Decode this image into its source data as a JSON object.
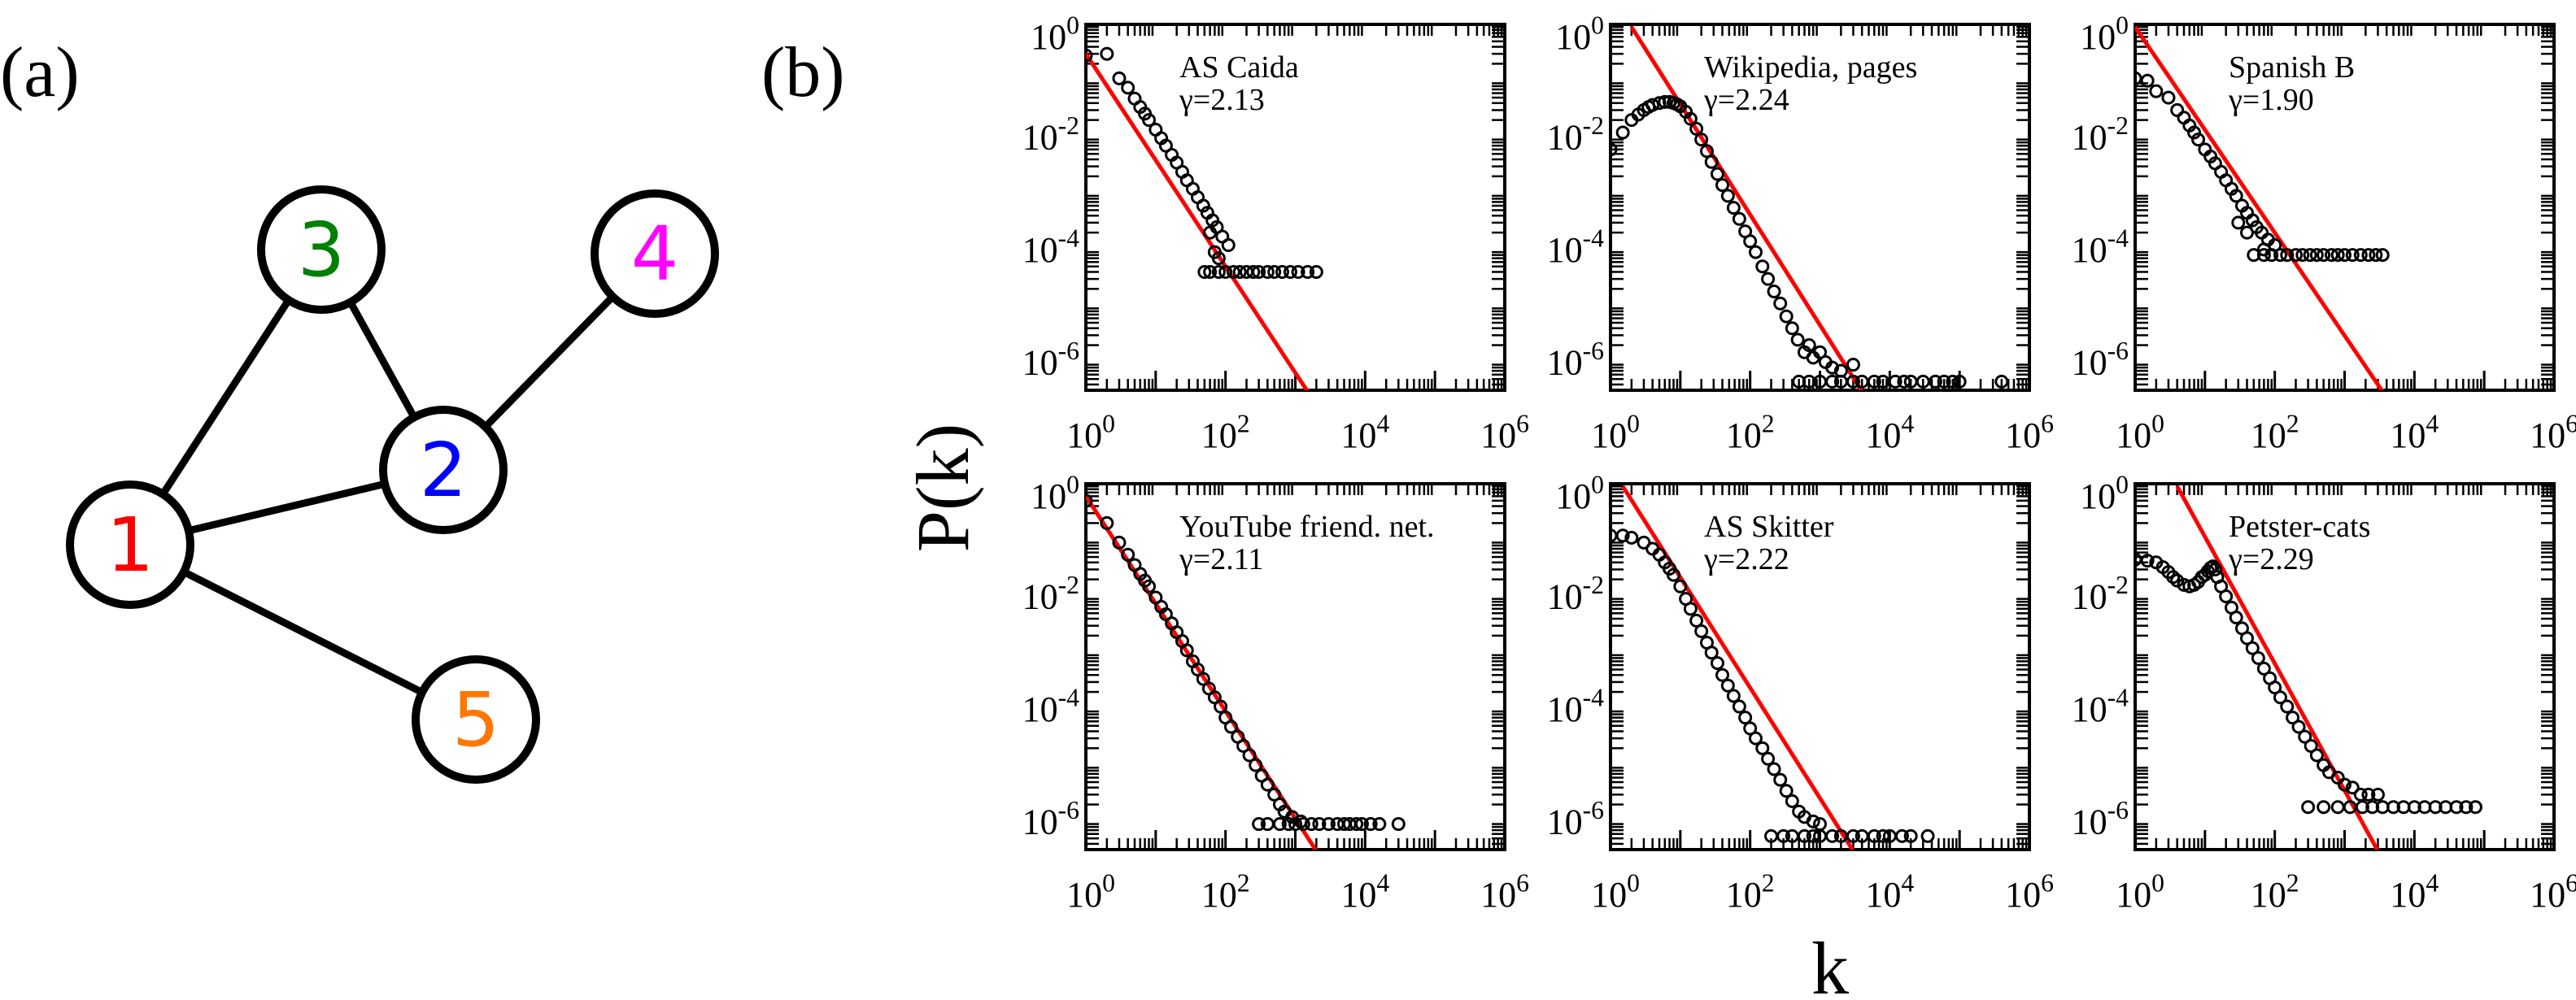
{
  "panel_labels": {
    "a": "(a)",
    "b": "(b)"
  },
  "network": {
    "nodes": [
      {
        "id": "1",
        "label": "1",
        "color": "#ff0000"
      },
      {
        "id": "2",
        "label": "2",
        "color": "#0000ff"
      },
      {
        "id": "3",
        "label": "3",
        "color": "#008000"
      },
      {
        "id": "4",
        "label": "4",
        "color": "#ff00ff"
      },
      {
        "id": "5",
        "label": "5",
        "color": "#ff7700"
      }
    ],
    "edges": [
      [
        "1",
        "3"
      ],
      [
        "3",
        "2"
      ],
      [
        "1",
        "2"
      ],
      [
        "2",
        "4"
      ],
      [
        "1",
        "5"
      ]
    ]
  },
  "axes_text": {
    "ylabel": "P(k)",
    "xlabel": "k",
    "x_ticks": [
      "10^0",
      "10^2",
      "10^4",
      "10^6"
    ],
    "y_ticks": [
      "10^0",
      "10^-2",
      "10^-4",
      "10^-6"
    ]
  },
  "colors": {
    "fit_line": "#ff0000",
    "markers": "#000000",
    "node_stroke": "#000000"
  },
  "chart_data": [
    {
      "type": "scatter",
      "scale": "log-log",
      "name": "AS Caida",
      "gamma_label": "γ=2.13",
      "gamma": 2.13,
      "xlim": [
        1,
        1000000
      ],
      "ylim": [
        3e-07,
        1
      ],
      "points": [
        [
          1,
          0.28
        ],
        [
          2,
          0.3
        ],
        [
          3,
          0.11
        ],
        [
          4,
          0.075
        ],
        [
          5,
          0.048
        ],
        [
          6,
          0.034
        ],
        [
          7,
          0.026
        ],
        [
          8,
          0.02
        ],
        [
          10,
          0.0135
        ],
        [
          12,
          0.0095
        ],
        [
          14,
          0.007
        ],
        [
          17,
          0.0048
        ],
        [
          20,
          0.0035
        ],
        [
          24,
          0.0024
        ],
        [
          28,
          0.0017
        ],
        [
          34,
          0.0012
        ],
        [
          40,
          0.00085
        ],
        [
          48,
          0.0006
        ],
        [
          55,
          0.00045
        ],
        [
          65,
          0.00033
        ],
        [
          75,
          0.00025
        ],
        [
          90,
          0.00017
        ],
        [
          110,
          0.00012
        ],
        [
          60,
          0.0002
        ],
        [
          70,
          9e-05
        ],
        [
          80,
          7e-05
        ],
        [
          50,
          4e-05
        ],
        [
          60,
          4e-05
        ],
        [
          80,
          4e-05
        ],
        [
          100,
          4e-05
        ],
        [
          130,
          4e-05
        ],
        [
          160,
          4e-05
        ],
        [
          200,
          4e-05
        ],
        [
          250,
          4e-05
        ],
        [
          300,
          4e-05
        ],
        [
          400,
          4e-05
        ],
        [
          500,
          4e-05
        ],
        [
          650,
          4e-05
        ],
        [
          850,
          4e-05
        ],
        [
          1100,
          4e-05
        ],
        [
          1500,
          4e-05
        ],
        [
          2000,
          4e-05
        ]
      ],
      "fit_line": [
        [
          1,
          0.3
        ],
        [
          1500,
          3e-07
        ]
      ]
    },
    {
      "type": "scatter",
      "scale": "log-log",
      "name": "Wikipedia, pages",
      "gamma_label": "γ=2.24",
      "gamma": 2.24,
      "xlim": [
        1,
        1000000
      ],
      "ylim": [
        3e-07,
        1
      ],
      "points": [
        [
          1,
          0.006
        ],
        [
          1.5,
          0.012
        ],
        [
          2,
          0.02
        ],
        [
          2.5,
          0.025
        ],
        [
          3,
          0.03
        ],
        [
          3.5,
          0.034
        ],
        [
          4,
          0.037
        ],
        [
          5,
          0.04
        ],
        [
          6,
          0.042
        ],
        [
          7,
          0.042
        ],
        [
          8,
          0.04
        ],
        [
          9,
          0.038
        ],
        [
          10,
          0.035
        ],
        [
          12,
          0.028
        ],
        [
          14,
          0.021
        ],
        [
          17,
          0.014
        ],
        [
          20,
          0.009
        ],
        [
          24,
          0.0056
        ],
        [
          28,
          0.0036
        ],
        [
          34,
          0.0022
        ],
        [
          40,
          0.0014
        ],
        [
          48,
          0.0009
        ],
        [
          58,
          0.00055
        ],
        [
          70,
          0.00035
        ],
        [
          85,
          0.00021
        ],
        [
          100,
          0.00014
        ],
        [
          120,
          9e-05
        ],
        [
          150,
          5e-05
        ],
        [
          180,
          3e-05
        ],
        [
          220,
          1.8e-05
        ],
        [
          270,
          1.1e-05
        ],
        [
          330,
          6.5e-06
        ],
        [
          400,
          4e-06
        ],
        [
          480,
          2.5e-06
        ],
        [
          600,
          1.5e-06
        ],
        [
          700,
          2e-06
        ],
        [
          800,
          1.2e-06
        ],
        [
          1000,
          1.5e-06
        ],
        [
          1200,
          1e-06
        ],
        [
          1500,
          8e-07
        ],
        [
          2000,
          7e-07
        ],
        [
          3000,
          9e-07
        ],
        [
          500,
          4.5e-07
        ],
        [
          700,
          4.5e-07
        ],
        [
          1000,
          4.5e-07
        ],
        [
          1500,
          4.5e-07
        ],
        [
          2000,
          4.5e-07
        ],
        [
          3000,
          4.5e-07
        ],
        [
          4000,
          4.5e-07
        ],
        [
          6000,
          4.5e-07
        ],
        [
          8000,
          4.5e-07
        ],
        [
          12000,
          4.5e-07
        ],
        [
          16000,
          4.5e-07
        ],
        [
          20000,
          4.5e-07
        ],
        [
          30000,
          4.5e-07
        ],
        [
          45000,
          4.5e-07
        ],
        [
          60000,
          4.5e-07
        ],
        [
          80000,
          4.5e-07
        ],
        [
          100000,
          4.5e-07
        ],
        [
          400000,
          4.5e-07
        ]
      ],
      "fit_line": [
        [
          2,
          0.9
        ],
        [
          4000,
          3e-07
        ]
      ]
    },
    {
      "type": "scatter",
      "scale": "log-log",
      "name": "Spanish B",
      "gamma_label": "γ=1.90",
      "gamma": 1.9,
      "xlim": [
        1,
        1000000
      ],
      "ylim": [
        3e-07,
        1
      ],
      "points": [
        [
          1,
          0.11
        ],
        [
          1.5,
          0.1
        ],
        [
          2,
          0.065
        ],
        [
          3,
          0.05
        ],
        [
          4,
          0.03
        ],
        [
          5,
          0.022
        ],
        [
          6,
          0.016
        ],
        [
          7,
          0.012
        ],
        [
          8,
          0.009
        ],
        [
          10,
          0.006
        ],
        [
          12,
          0.0045
        ],
        [
          14,
          0.0034
        ],
        [
          17,
          0.0024
        ],
        [
          20,
          0.0017
        ],
        [
          24,
          0.0012
        ],
        [
          28,
          0.0009
        ],
        [
          34,
          0.0006
        ],
        [
          40,
          0.00045
        ],
        [
          48,
          0.00033
        ],
        [
          55,
          0.00025
        ],
        [
          65,
          0.0002
        ],
        [
          80,
          0.00015
        ],
        [
          100,
          0.00012
        ],
        [
          70,
          0.0001
        ],
        [
          30,
          0.0003
        ],
        [
          40,
          0.0002
        ],
        [
          50,
          8e-05
        ],
        [
          70,
          8e-05
        ],
        [
          90,
          8e-05
        ],
        [
          120,
          8e-05
        ],
        [
          150,
          8e-05
        ],
        [
          200,
          8e-05
        ],
        [
          250,
          8e-05
        ],
        [
          320,
          8e-05
        ],
        [
          400,
          8e-05
        ],
        [
          500,
          8e-05
        ],
        [
          650,
          8e-05
        ],
        [
          800,
          8e-05
        ],
        [
          1000,
          8e-05
        ],
        [
          1300,
          8e-05
        ],
        [
          1700,
          8e-05
        ],
        [
          2200,
          8e-05
        ],
        [
          2800,
          8e-05
        ],
        [
          3500,
          8e-05
        ]
      ],
      "fit_line": [
        [
          1,
          0.9
        ],
        [
          3500,
          3e-07
        ]
      ]
    },
    {
      "type": "scatter",
      "scale": "log-log",
      "name": "YouTube friend. net.",
      "gamma_label": "γ=2.11",
      "gamma": 2.11,
      "xlim": [
        1,
        1000000
      ],
      "ylim": [
        3e-07,
        1
      ],
      "points": [
        [
          1,
          0.5
        ],
        [
          2,
          0.2
        ],
        [
          3,
          0.09
        ],
        [
          4,
          0.055
        ],
        [
          5,
          0.036
        ],
        [
          6,
          0.025
        ],
        [
          7,
          0.019
        ],
        [
          8,
          0.015
        ],
        [
          10,
          0.0095
        ],
        [
          12,
          0.0065
        ],
        [
          14,
          0.0048
        ],
        [
          17,
          0.0033
        ],
        [
          20,
          0.0023
        ],
        [
          24,
          0.0016
        ],
        [
          28,
          0.0011
        ],
        [
          34,
          0.0007
        ],
        [
          40,
          0.0005
        ],
        [
          48,
          0.00034
        ],
        [
          58,
          0.00023
        ],
        [
          70,
          0.00016
        ],
        [
          85,
          0.00011
        ],
        [
          100,
          7e-05
        ],
        [
          120,
          4.8e-05
        ],
        [
          150,
          3.2e-05
        ],
        [
          180,
          2.2e-05
        ],
        [
          220,
          1.5e-05
        ],
        [
          270,
          1e-05
        ],
        [
          330,
          6.5e-06
        ],
        [
          400,
          4.5e-06
        ],
        [
          500,
          3e-06
        ],
        [
          600,
          2e-06
        ],
        [
          700,
          1.5e-06
        ],
        [
          900,
          1.2e-06
        ],
        [
          1200,
          1e-06
        ],
        [
          300,
          9e-07
        ],
        [
          400,
          9e-07
        ],
        [
          600,
          9e-07
        ],
        [
          800,
          9e-07
        ],
        [
          1000,
          9e-07
        ],
        [
          1300,
          9e-07
        ],
        [
          1700,
          9e-07
        ],
        [
          2200,
          9e-07
        ],
        [
          3000,
          9e-07
        ],
        [
          4000,
          9e-07
        ],
        [
          5000,
          9e-07
        ],
        [
          6000,
          9e-07
        ],
        [
          7500,
          9e-07
        ],
        [
          9000,
          9e-07
        ],
        [
          12000,
          9e-07
        ],
        [
          16000,
          9e-07
        ],
        [
          30000,
          9e-07
        ]
      ],
      "fit_line": [
        [
          1,
          0.6
        ],
        [
          2000,
          3e-07
        ]
      ]
    },
    {
      "type": "scatter",
      "scale": "log-log",
      "name": "AS Skitter",
      "gamma_label": "γ=2.22",
      "gamma": 2.22,
      "xlim": [
        1,
        1000000
      ],
      "ylim": [
        3e-07,
        1
      ],
      "points": [
        [
          1,
          0.12
        ],
        [
          1.5,
          0.12
        ],
        [
          2,
          0.11
        ],
        [
          3,
          0.09
        ],
        [
          4,
          0.07
        ],
        [
          5,
          0.055
        ],
        [
          6,
          0.04
        ],
        [
          7,
          0.031
        ],
        [
          8,
          0.024
        ],
        [
          10,
          0.015
        ],
        [
          12,
          0.009
        ],
        [
          14,
          0.006
        ],
        [
          17,
          0.0037
        ],
        [
          20,
          0.0024
        ],
        [
          24,
          0.0015
        ],
        [
          28,
          0.001
        ],
        [
          34,
          0.00065
        ],
        [
          40,
          0.0004
        ],
        [
          48,
          0.00026
        ],
        [
          58,
          0.00017
        ],
        [
          70,
          0.00011
        ],
        [
          85,
          7e-05
        ],
        [
          100,
          4.5e-05
        ],
        [
          120,
          3e-05
        ],
        [
          150,
          2e-05
        ],
        [
          180,
          1.3e-05
        ],
        [
          220,
          8.5e-06
        ],
        [
          270,
          5.5e-06
        ],
        [
          330,
          3.5e-06
        ],
        [
          400,
          2.3e-06
        ],
        [
          500,
          1.5e-06
        ],
        [
          600,
          1.2e-06
        ],
        [
          800,
          1e-06
        ],
        [
          1000,
          9e-07
        ],
        [
          200,
          5.5e-07
        ],
        [
          300,
          5.5e-07
        ],
        [
          400,
          5.5e-07
        ],
        [
          600,
          5.5e-07
        ],
        [
          800,
          5.5e-07
        ],
        [
          1000,
          5.5e-07
        ],
        [
          1500,
          5.5e-07
        ],
        [
          2000,
          5.5e-07
        ],
        [
          3000,
          5.5e-07
        ],
        [
          4000,
          5.5e-07
        ],
        [
          6000,
          5.5e-07
        ],
        [
          8000,
          5.5e-07
        ],
        [
          10000,
          5.5e-07
        ],
        [
          15000,
          5.5e-07
        ],
        [
          20000,
          5.5e-07
        ],
        [
          35000,
          5.5e-07
        ]
      ],
      "fit_line": [
        [
          1.5,
          0.9
        ],
        [
          3000,
          3e-07
        ]
      ]
    },
    {
      "type": "scatter",
      "scale": "log-log",
      "name": "Petster-cats",
      "gamma_label": "γ=2.29",
      "gamma": 2.29,
      "xlim": [
        1,
        1000000
      ],
      "ylim": [
        3e-07,
        1
      ],
      "points": [
        [
          1,
          0.045
        ],
        [
          1.5,
          0.043
        ],
        [
          2,
          0.04
        ],
        [
          2.5,
          0.033
        ],
        [
          3,
          0.027
        ],
        [
          3.5,
          0.022
        ],
        [
          4,
          0.019
        ],
        [
          5,
          0.016
        ],
        [
          6,
          0.015
        ],
        [
          7,
          0.016
        ],
        [
          8,
          0.018
        ],
        [
          9,
          0.022
        ],
        [
          10,
          0.024
        ],
        [
          11,
          0.028
        ],
        [
          12,
          0.032
        ],
        [
          13,
          0.034
        ],
        [
          14,
          0.03
        ],
        [
          15,
          0.022
        ],
        [
          17,
          0.015
        ],
        [
          20,
          0.01
        ],
        [
          24,
          0.0063
        ],
        [
          28,
          0.0042
        ],
        [
          34,
          0.0027
        ],
        [
          40,
          0.0018
        ],
        [
          48,
          0.0012
        ],
        [
          58,
          0.0008
        ],
        [
          70,
          0.00052
        ],
        [
          85,
          0.00035
        ],
        [
          100,
          0.00024
        ],
        [
          120,
          0.00016
        ],
        [
          150,
          0.00011
        ],
        [
          180,
          7e-05
        ],
        [
          220,
          4.8e-05
        ],
        [
          270,
          3.2e-05
        ],
        [
          330,
          2.2e-05
        ],
        [
          400,
          1.5e-05
        ],
        [
          500,
          1e-05
        ],
        [
          600,
          7.5e-06
        ],
        [
          800,
          6e-06
        ],
        [
          1000,
          4.5e-06
        ],
        [
          1300,
          4e-06
        ],
        [
          1700,
          3e-06
        ],
        [
          2200,
          3e-06
        ],
        [
          3000,
          3e-06
        ],
        [
          300,
          1.8e-06
        ],
        [
          500,
          1.8e-06
        ],
        [
          800,
          1.8e-06
        ],
        [
          1200,
          1.8e-06
        ],
        [
          1800,
          1.8e-06
        ],
        [
          2500,
          1.8e-06
        ],
        [
          3500,
          1.8e-06
        ],
        [
          5000,
          1.8e-06
        ],
        [
          7000,
          1.8e-06
        ],
        [
          10000,
          1.8e-06
        ],
        [
          14000,
          1.8e-06
        ],
        [
          20000,
          1.8e-06
        ],
        [
          28000,
          1.8e-06
        ],
        [
          40000,
          1.8e-06
        ],
        [
          55000,
          1.8e-06
        ],
        [
          75000,
          1.8e-06
        ]
      ],
      "fit_line": [
        [
          4,
          0.9
        ],
        [
          3000,
          3e-07
        ]
      ]
    }
  ]
}
